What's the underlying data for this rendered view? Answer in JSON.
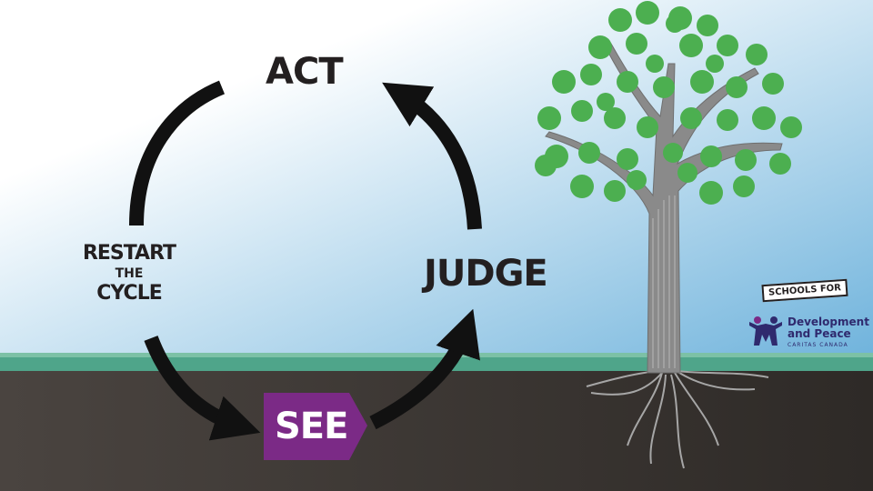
{
  "cycle": {
    "act": "ACT",
    "judge": "JUDGE",
    "see": "SEE",
    "restart": {
      "line1": "RESTART",
      "line2": "THE",
      "line3": "CYCLE"
    }
  },
  "logo": {
    "schools_for": "SCHOOLS FOR",
    "organization_line1": "Development",
    "organization_line2": "and Peace",
    "tagline": "CARITAS CANADA"
  },
  "colors": {
    "sky_top": "#ffffff",
    "sky_bottom": "#6fb3dc",
    "grass": "#4fa58a",
    "soil": "#3b3632",
    "arrow": "#111111",
    "see_badge": "#7b2a86",
    "leaf": "#4caf50",
    "trunk": "#8a8a8a"
  }
}
